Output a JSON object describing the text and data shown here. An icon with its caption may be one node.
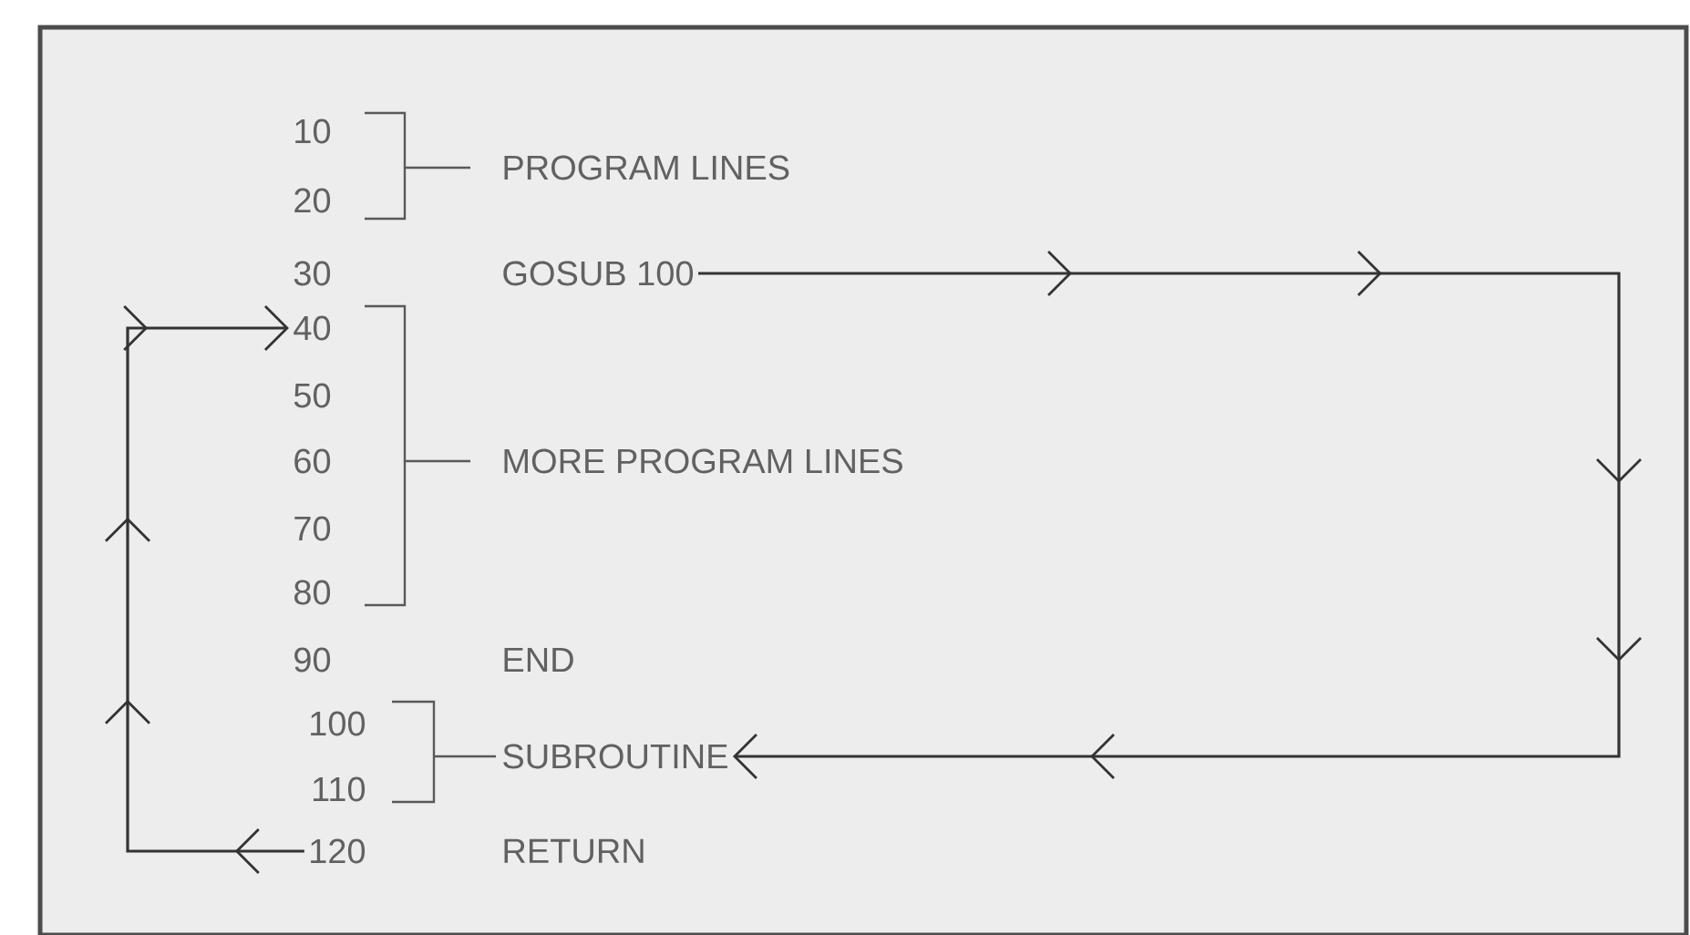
{
  "diagram": {
    "nodes": [
      {
        "text": [
          "GOSUB 100"
        ]
      },
      {
        "text": [
          "SUBROUTINE"
        ]
      },
      {
        "text": [
          "120"
        ]
      },
      {
        "text": [
          "40"
        ]
      }
    ],
    "edges": [
      {
        "from": 0,
        "to": 1,
        "arrow": "to"
      },
      {
        "from": 2,
        "to": 3,
        "arrow": "to"
      }
    ],
    "labels": [
      "10",
      "PROGRAM LINES",
      "20",
      "30",
      "50",
      "60",
      "MORE PROGRAM LINES",
      "70",
      "80",
      "90",
      "END",
      "100",
      "110",
      "RETURN"
    ]
  }
}
